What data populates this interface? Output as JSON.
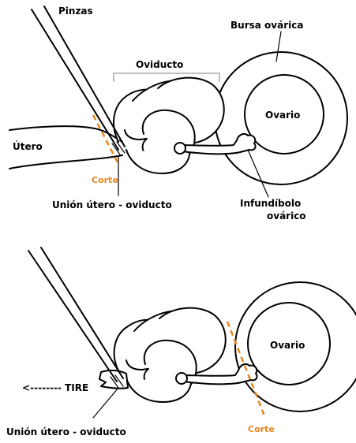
{
  "colors": {
    "ink": "#000000",
    "cut_line": "#e8861a",
    "bracket": "#9a9a9a",
    "background": "#ffffff"
  },
  "top_panel": {
    "forceps_label": "Pinzas",
    "bursa_label": "Bursa ovárica",
    "oviduct_label": "Oviducto",
    "ovary_label": "Ovario",
    "uterus_label": "Útero",
    "cut_label": "Corte",
    "junction_label": "Unión útero - oviducto",
    "infundibulum_label_line1": "Infundíbolo",
    "infundibulum_label_line2": "ovárico"
  },
  "bottom_panel": {
    "ovary_label": "Ovario",
    "pull_label": "<-------- TIRE",
    "cut_label": "Corte",
    "junction_label": "Unión útero - oviducto"
  },
  "icons": [
    "forceps-icon",
    "arrow-left-icon"
  ]
}
